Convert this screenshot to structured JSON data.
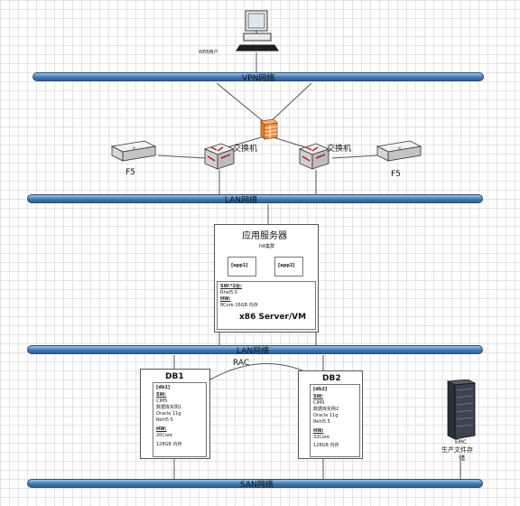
{
  "web_user": {
    "label": "WEB用户"
  },
  "networks": {
    "vpn": "VPN网络",
    "lan_top": "LAN网络",
    "lan_bottom": "LAN网络",
    "san": "SAN网络"
  },
  "switches": {
    "left_label": "交换机",
    "right_label": "交换机"
  },
  "load_balancers": {
    "left_label": "F5",
    "right_label": "F5"
  },
  "app_server": {
    "title": "应用服务器",
    "ha_cluster": "HA集群",
    "app1": "[app1]",
    "app2": "[app2]",
    "sw_label": "SW:*2台:",
    "sw_value": "Rhel5.5",
    "hw_label": "HW:",
    "hw_value": "8Core 16GB 内存",
    "platform": "x86 Server/VM"
  },
  "rac_label": "RAC",
  "db1": {
    "title": "DB1",
    "tag": "[db1]",
    "sw_label": "SW:",
    "sw_lines": [
      "CIMS",
      "数据库实例1",
      "Oracle 11g",
      "Rehl5.5"
    ],
    "hw_label": "HW:",
    "hw_lines": [
      "20Core",
      "128GB 内存"
    ]
  },
  "db2": {
    "title": "DB2",
    "tag": "[db2]",
    "sw_label": "SW:",
    "sw_lines": [
      "CIMS",
      "数据库实例2",
      "Oracle 11g",
      "Rehl5.5"
    ],
    "hw_label": "HW:",
    "hw_lines": [
      "32Core",
      "128GB 内存"
    ]
  },
  "storage": {
    "brand": "EMC",
    "line1": "生产文件存",
    "line2": "储"
  }
}
